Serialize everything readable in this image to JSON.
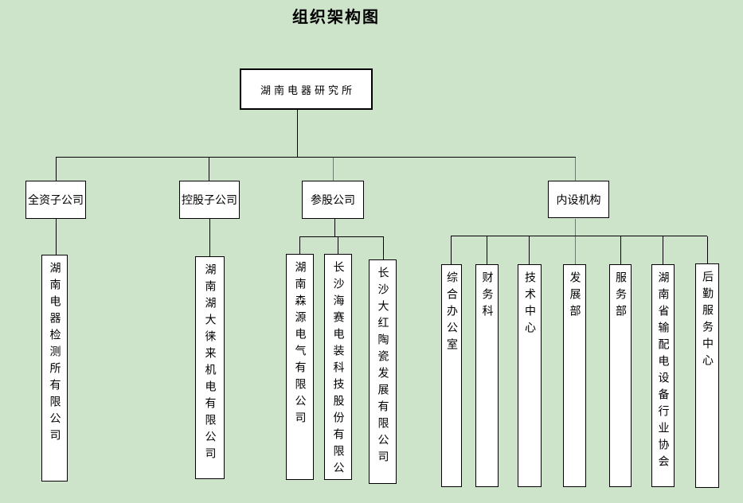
{
  "title": "组织架构图",
  "colors": {
    "background": "#cde4cb",
    "node_fill": "#ffffff",
    "node_border": "#000000",
    "connector": "#000000",
    "connector_accent": "#6e7e6e"
  },
  "nodes": {
    "root": "湖南电器研究所",
    "branches": [
      {
        "label": "全资子公司"
      },
      {
        "label": "控股子公司"
      },
      {
        "label": "参股公司"
      },
      {
        "label": "内设机构"
      }
    ],
    "leaves": {
      "wholly_owned": [
        {
          "label": "湖南电器检测所有限公司"
        }
      ],
      "holding": [
        {
          "label": "湖南湖大徕来机电有限公司"
        }
      ],
      "equity": [
        {
          "label": "湖南森源电气有限公司"
        },
        {
          "label": "长沙海赛电装科技股份有限公"
        },
        {
          "label": "长沙大红陶瓷发展有限公司"
        }
      ],
      "internal": [
        {
          "label": "综合办公室"
        },
        {
          "label": "财务科"
        },
        {
          "label": "技术中心"
        },
        {
          "label": "发展部"
        },
        {
          "label": "服务部"
        },
        {
          "label": "湖南省输配电设备行业协会"
        },
        {
          "label": "后勤服务中心"
        }
      ]
    }
  }
}
